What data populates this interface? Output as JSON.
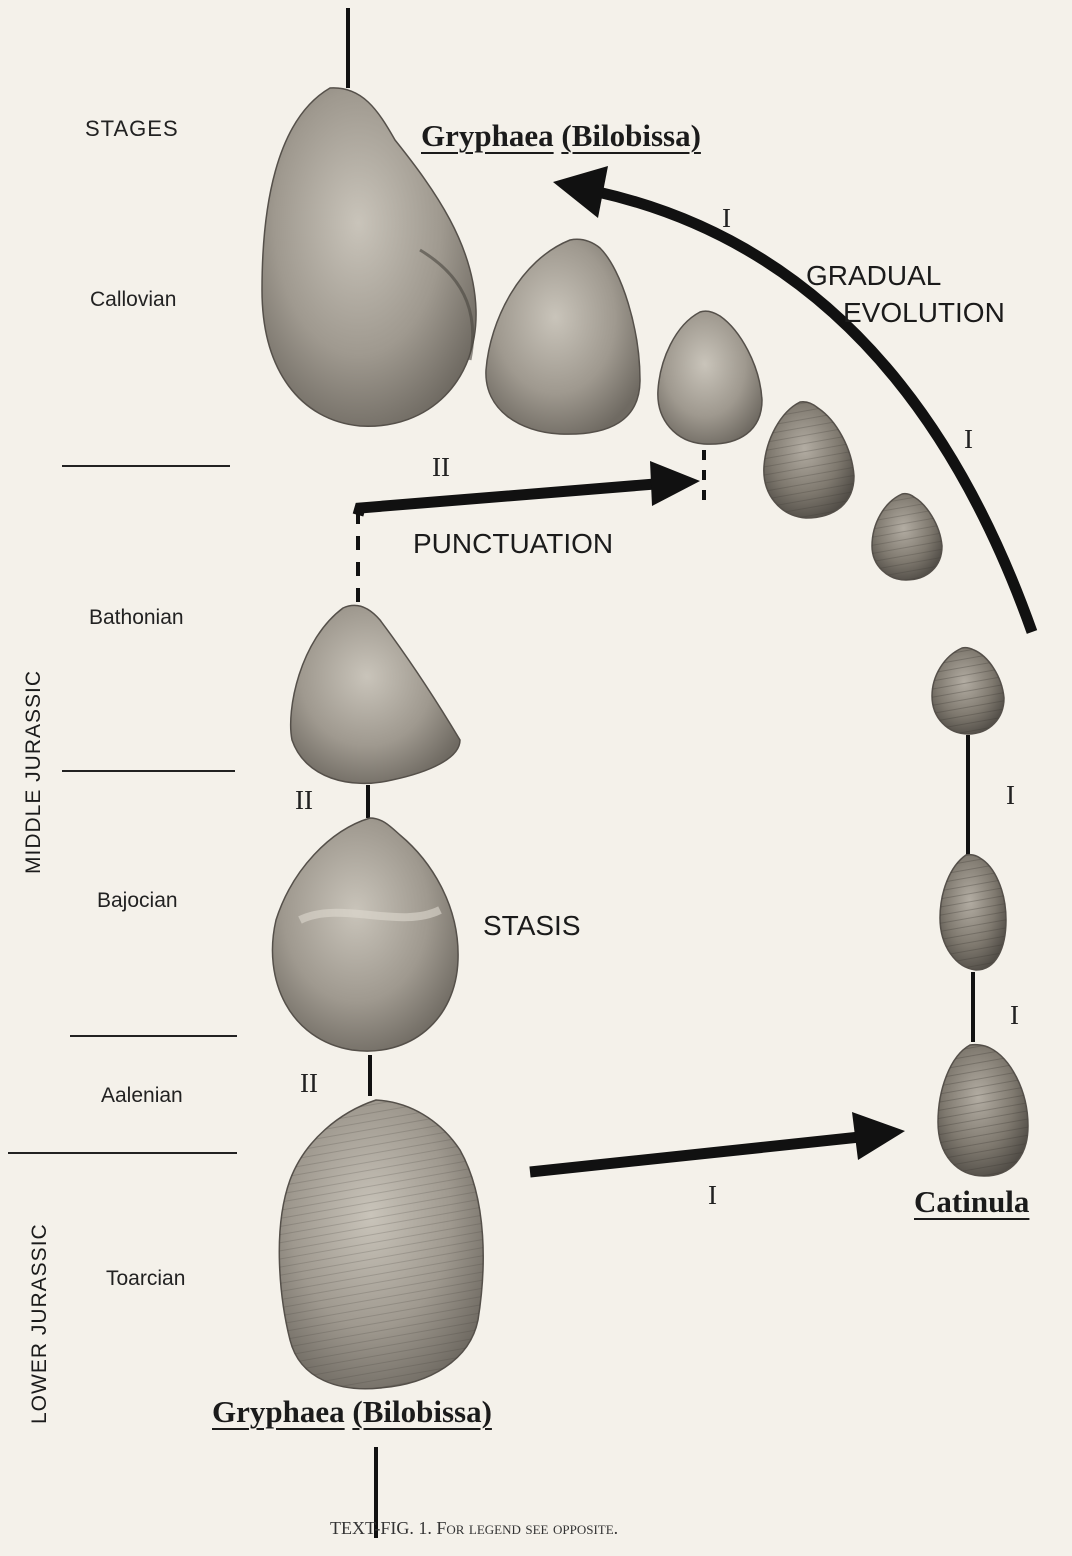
{
  "stages_header": "STAGES",
  "stages": [
    "Callovian",
    "Bathonian",
    "Bajocian",
    "Aalenian",
    "Toarcian"
  ],
  "series_labels": {
    "middle": "MIDDLE JURASSIC",
    "lower": "LOWER JURASSIC"
  },
  "taxa": {
    "top": {
      "genus": "Gryphaea",
      "subgenus": "(Bilobissa)"
    },
    "bottom": {
      "genus": "Gryphaea",
      "subgenus": "(Bilobissa)"
    },
    "right": "Catinula"
  },
  "modes": {
    "gradual_line1": "GRADUAL",
    "gradual_line2": "EVOLUTION",
    "punctuation": "PUNCTUATION",
    "stasis": "STASIS"
  },
  "numerals": {
    "one": "I",
    "two": "II"
  },
  "caption": "TEXT-FIG. 1. For legend see opposite.",
  "colors": {
    "background": "#f4f1ea",
    "ink": "#1b1b1b",
    "shell": "#a8a39a"
  }
}
